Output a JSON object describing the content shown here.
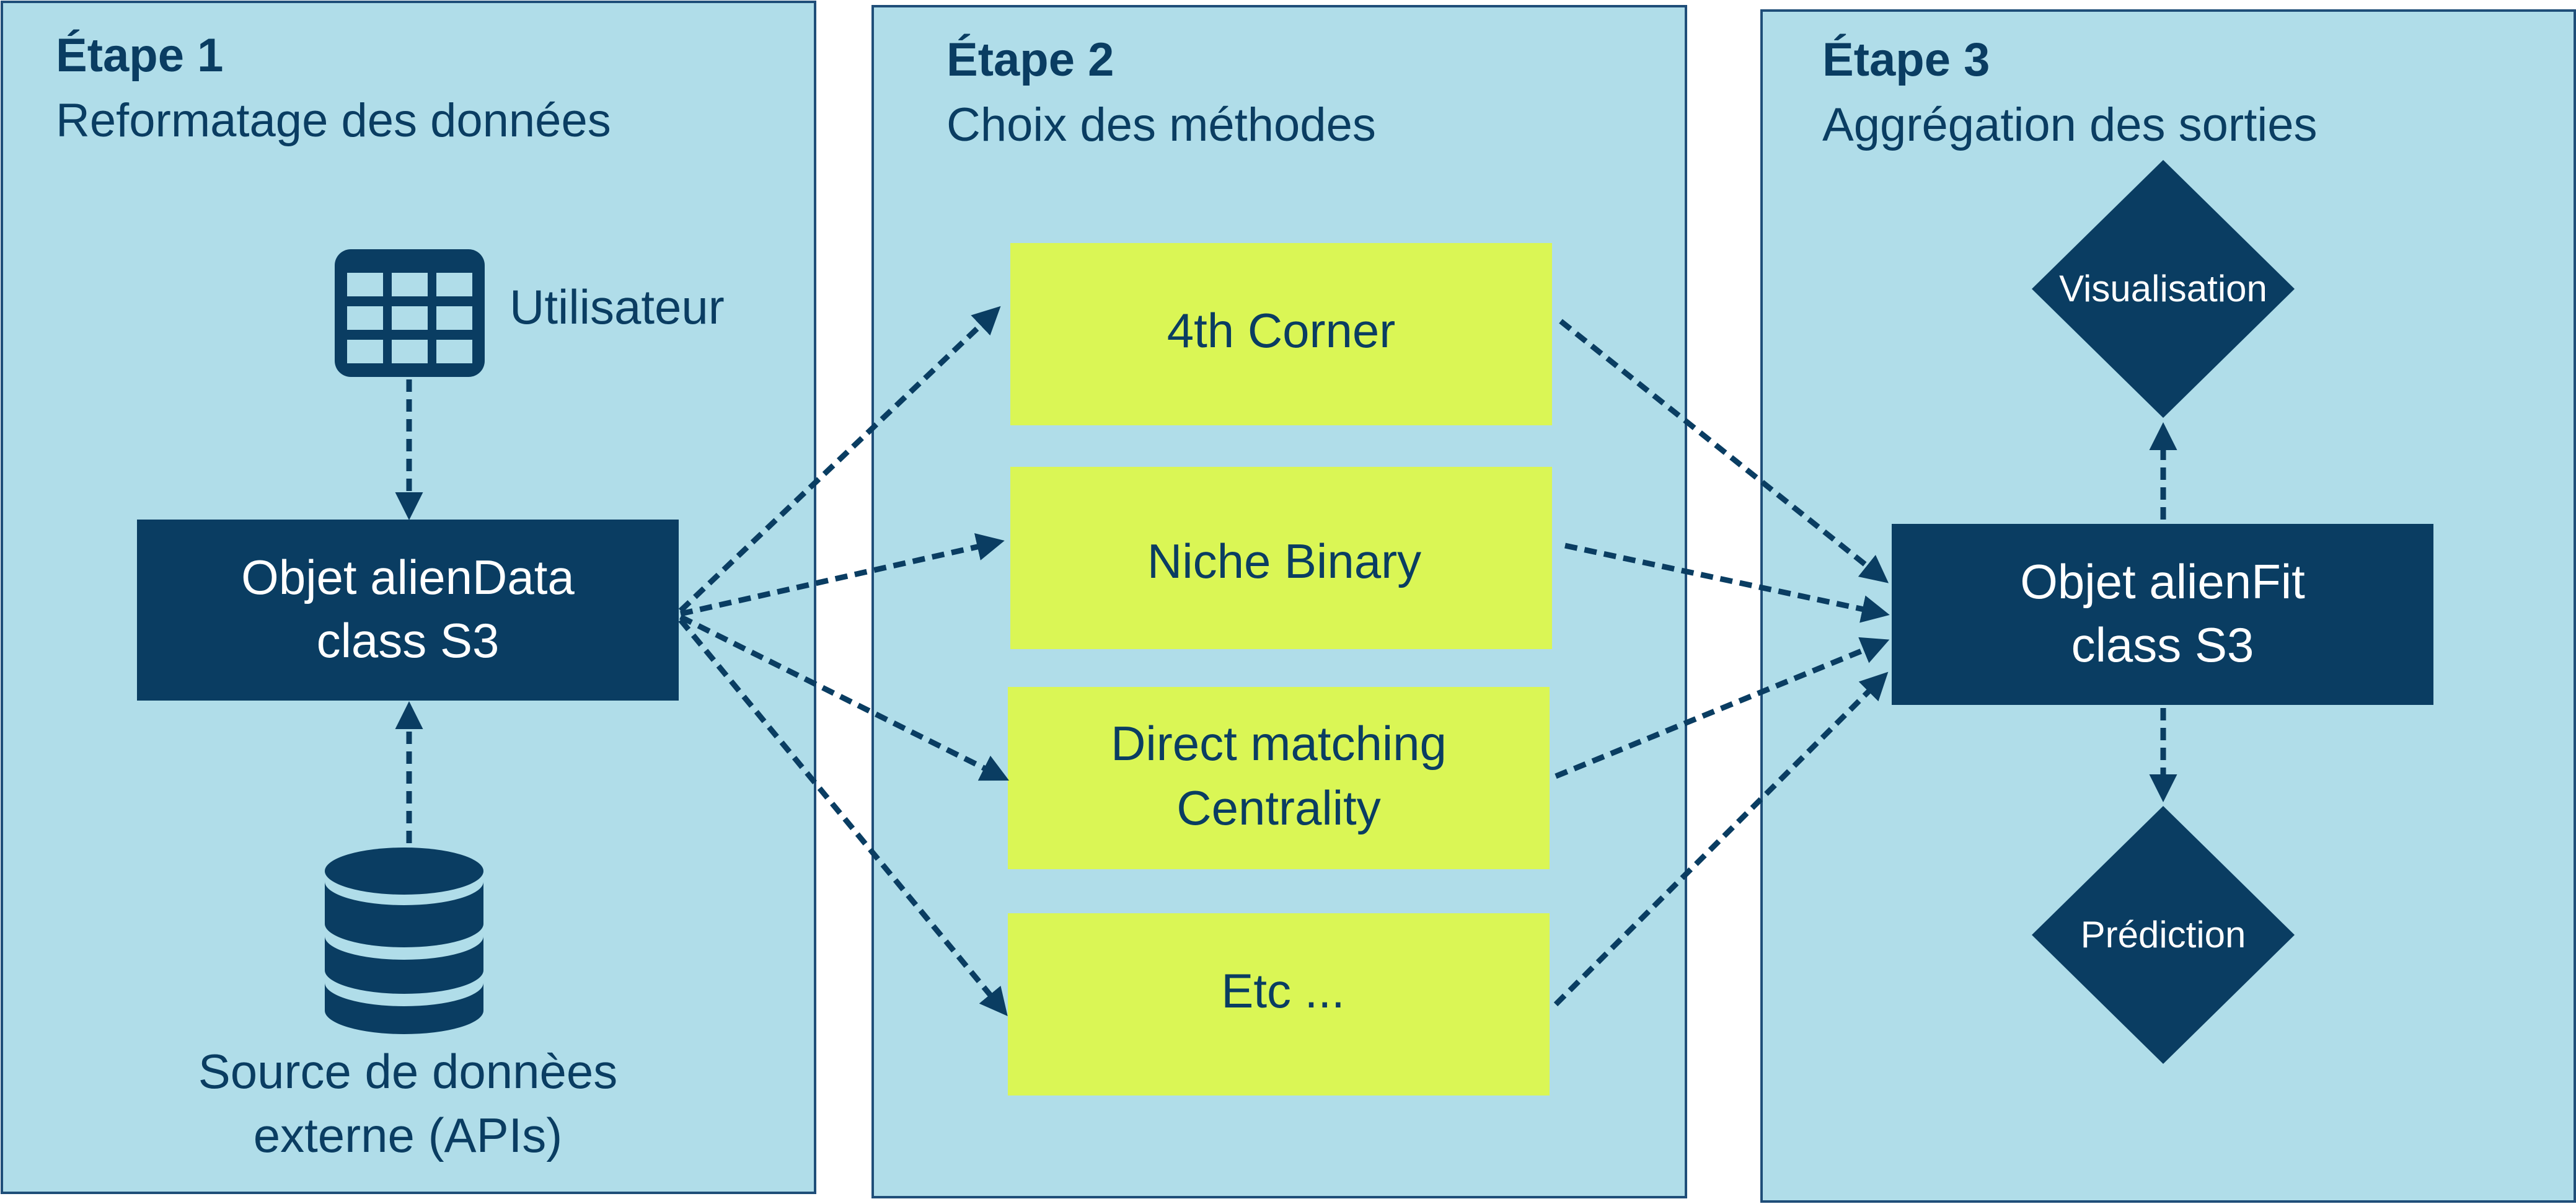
{
  "colors": {
    "panel_fill": "#b0dde9",
    "panel_border": "#1f4e79",
    "navy": "#0a3d62",
    "method_fill": "#daf655",
    "white": "#ffffff"
  },
  "steps": [
    {
      "title": "Étape 1",
      "subtitle": "Reformatage des données"
    },
    {
      "title": "Étape 2",
      "subtitle": "Choix des méthodes"
    },
    {
      "title": "Étape 3",
      "subtitle": "Aggrégation des sorties"
    }
  ],
  "step1": {
    "user_icon": "table-icon",
    "user_label": "Utilisateur",
    "object_title": "Objet alienData",
    "object_class": "class S3",
    "source_icon": "database-icon",
    "source_line1": "Source de donnèes",
    "source_line2": "externe (APIs)"
  },
  "methods": [
    {
      "lines": [
        "4th Corner"
      ]
    },
    {
      "lines": [
        "Niche Binary"
      ]
    },
    {
      "lines": [
        "Direct matching",
        "Centrality"
      ]
    },
    {
      "lines": [
        "Etc ..."
      ]
    }
  ],
  "step3": {
    "object_title": "Objet alienFit",
    "object_class": "class S3",
    "output_top": "Visualisation",
    "output_bottom": "Prédiction"
  }
}
